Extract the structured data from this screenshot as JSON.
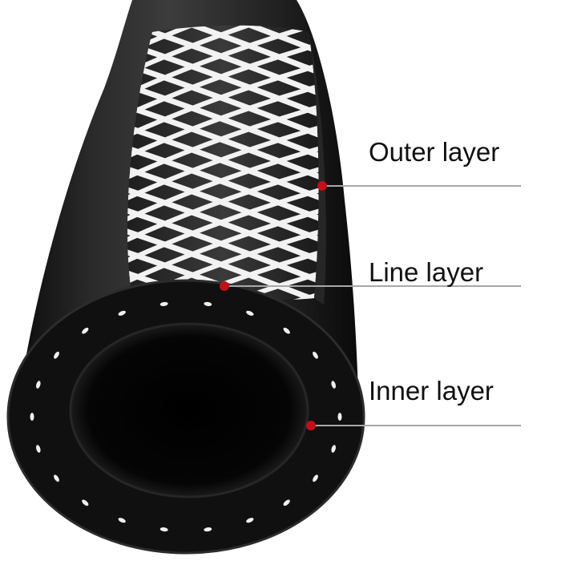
{
  "callouts": [
    {
      "label": "Outer layer"
    },
    {
      "label": "Line layer"
    },
    {
      "label": "Inner layer"
    }
  ],
  "colors": {
    "rubber": "#151515",
    "rubber_highlight": "#4a4a4a",
    "braid": "#f2f2f2",
    "marker": "#c0101a",
    "leader_line": "#a8a8a8",
    "text": "#111111",
    "background": "#ffffff"
  },
  "icons": [
    "hose-cross-section-illustration"
  ]
}
